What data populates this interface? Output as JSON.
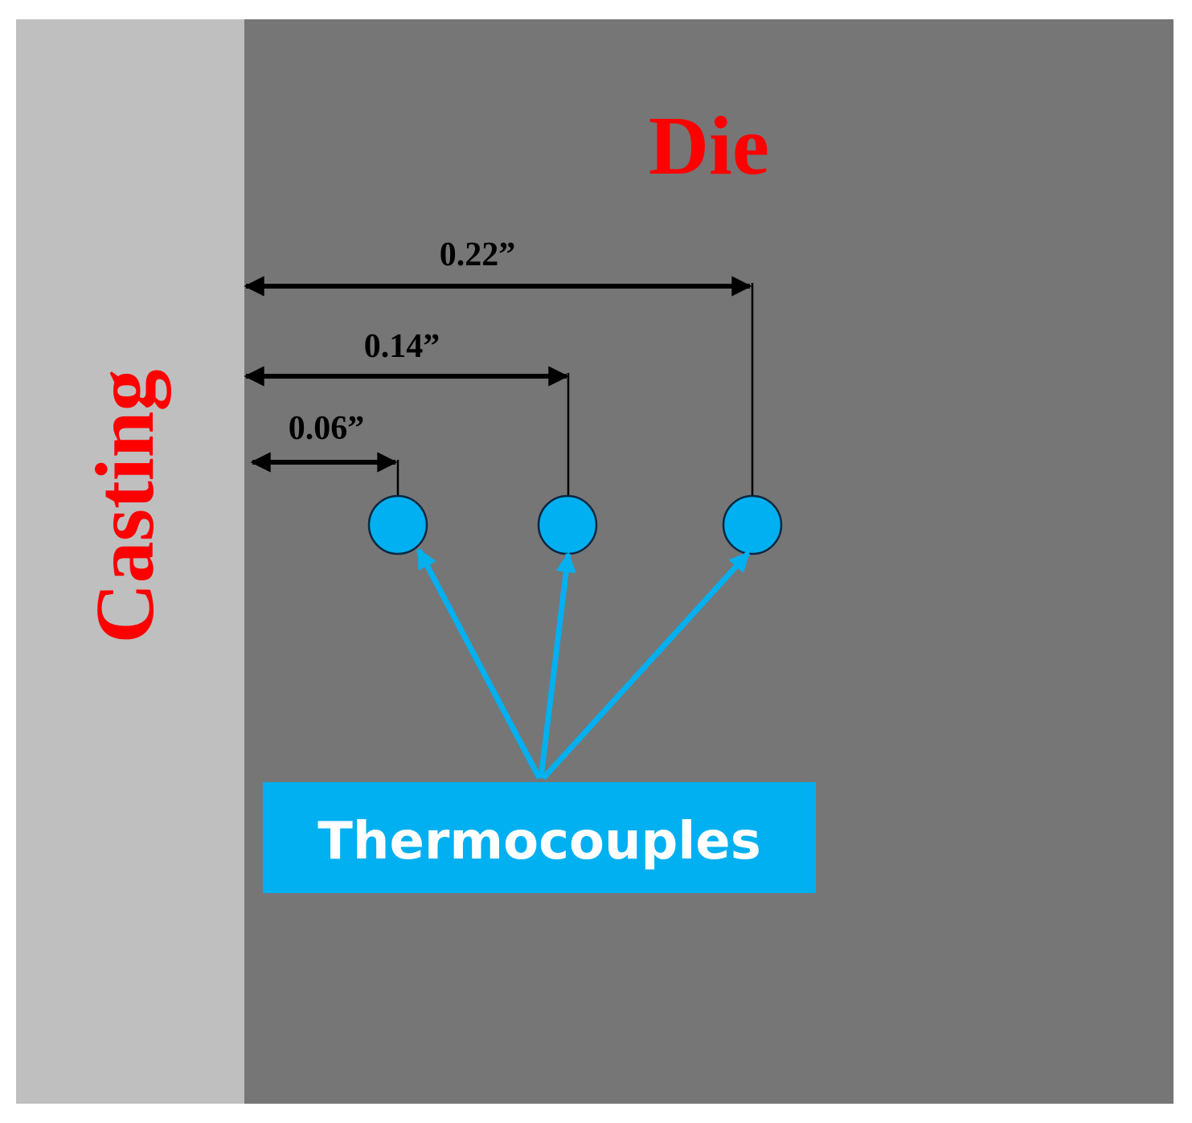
{
  "regions": {
    "casting": {
      "label": "Casting",
      "color": "#bfbfbf",
      "label_color": "#ff0000"
    },
    "die": {
      "label": "Die",
      "color": "#767676",
      "label_color": "#ff0000"
    }
  },
  "dimensions": [
    {
      "label": "0.22”"
    },
    {
      "label": "0.14”"
    },
    {
      "label": "0.06”"
    }
  ],
  "thermocouples": {
    "label": "Thermocouples",
    "box_color": "#00b0f0",
    "text_color": "#ffffff",
    "sensor_count": 3
  },
  "colors": {
    "dimension_lines": "#000000",
    "sensor_fill": "#00b0f0",
    "pointer_arrows": "#00b0f0"
  }
}
